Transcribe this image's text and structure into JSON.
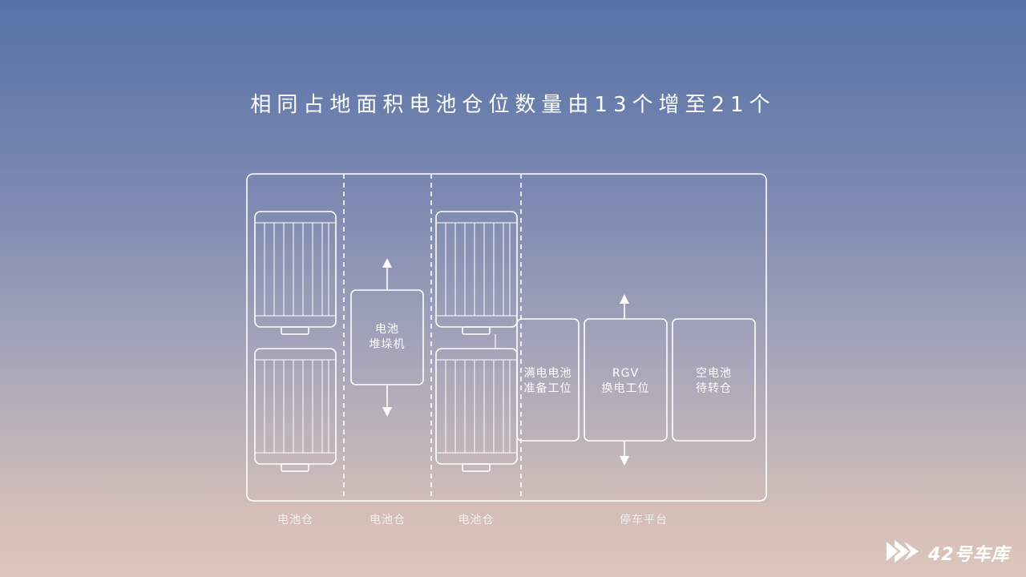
{
  "title": "相同占地面积电池仓位数量由13个增至21个",
  "modules": {
    "stacker": [
      "电池",
      "堆垛机"
    ],
    "full_battery_station": [
      "满电电池",
      "准备工位"
    ],
    "rgv_station": [
      "RGV",
      "换电工位"
    ],
    "empty_battery_bin": [
      "空电池",
      "待转仓"
    ]
  },
  "zones": [
    "电池仓",
    "电池仓",
    "电池仓",
    "停车平台"
  ],
  "logo": {
    "text": "42号车库",
    "icon": "logo-mark-icon"
  },
  "colors": {
    "line": "#ffffff"
  }
}
